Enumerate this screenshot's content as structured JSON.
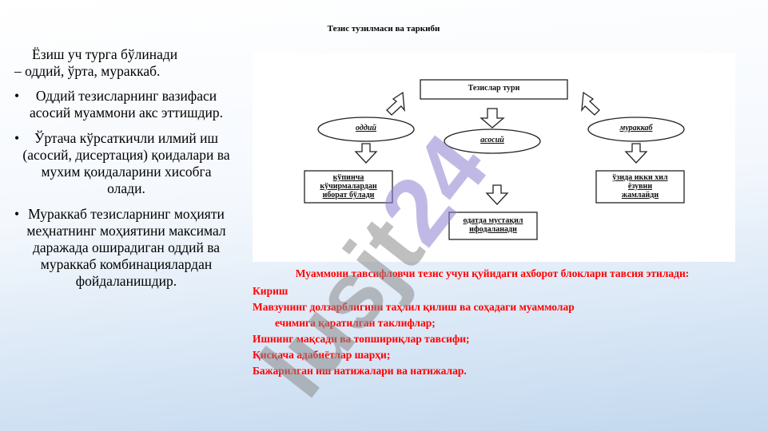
{
  "title": "Тезис тузилмаси ва таркиби",
  "left": {
    "intro_line1": "Ёзиш уч турга бўлинади",
    "intro_line2": "– оддий, ўрта, мураккаб.",
    "bullets": [
      "Оддий тезисларнинг вазифаси асосий муаммони акс эттишдир.",
      "Ўртача кўрсаткичли илмий иш (асосий, дисертация) қоидалари ва мухим қоидаларини хисобга олади.",
      "Мураккаб тезисларнинг моҳияти меҳнатнинг моҳиятини максимал даражада оширадиган оддий ва мураккаб комбинациялардан фойдаланишдир."
    ]
  },
  "diagram": {
    "top_label": "Тезислар тури",
    "node_simple": "оддий",
    "node_main": "асосий",
    "node_complex": "мураккаб",
    "box_left_1": "кўпинча",
    "box_left_2": "кўчирмалардан",
    "box_left_3": "иборат бўлади",
    "box_center_1": "одатда мустақил",
    "box_center_2": "ифодаланади",
    "box_right_1": "ўзида икки хил",
    "box_right_2": "ёзувни",
    "box_right_3": "жамлайди"
  },
  "right": {
    "heading": "Муаммони тавсифловчи тезис учун қуйидаги ахборот блоклари тавсия этилади:",
    "lines": [
      "Кириш",
      "Мавзунинг долзарблигини таҳлил қилиш ва соҳадаги муаммолар",
      "ечимига қаратилган таклифлар;",
      "Ишнинг мақсади ва топшириқлар тавсифи;",
      "Қисқача адабиётлар шарҳи;",
      "Бажарилган иш натижалари ва натижалар."
    ]
  },
  "watermark_text": "lusjt24",
  "colors": {
    "accent_red": "#ff0000",
    "watermark_gray": "#8a8a8a",
    "watermark_purple": "#8e7fd0"
  }
}
